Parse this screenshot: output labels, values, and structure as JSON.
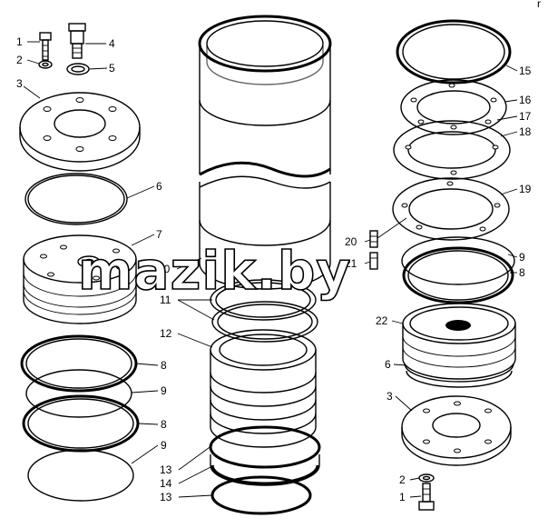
{
  "watermark": "mazik.by",
  "corner_mark": "r",
  "labels": {
    "l1": "1",
    "l2": "2",
    "l3": "3",
    "l4": "4",
    "l5": "5",
    "l6": "6",
    "l7": "7",
    "l8a": "8",
    "l9a": "9",
    "l8b": "8",
    "l9b": "9",
    "l10": "10",
    "l11": "11",
    "l12": "12",
    "l13a": "13",
    "l14": "14",
    "l13b": "13",
    "r15": "15",
    "r16": "16",
    "r17": "17",
    "r18": "18",
    "r19": "19",
    "r20": "20",
    "r21": "21",
    "r9": "9",
    "r8": "8",
    "r22": "22",
    "r6": "6",
    "r3": "3",
    "r2": "2",
    "r1": "1"
  },
  "colors": {
    "line": "#000000",
    "background": "#ffffff",
    "shade": "#c8c8c8"
  }
}
